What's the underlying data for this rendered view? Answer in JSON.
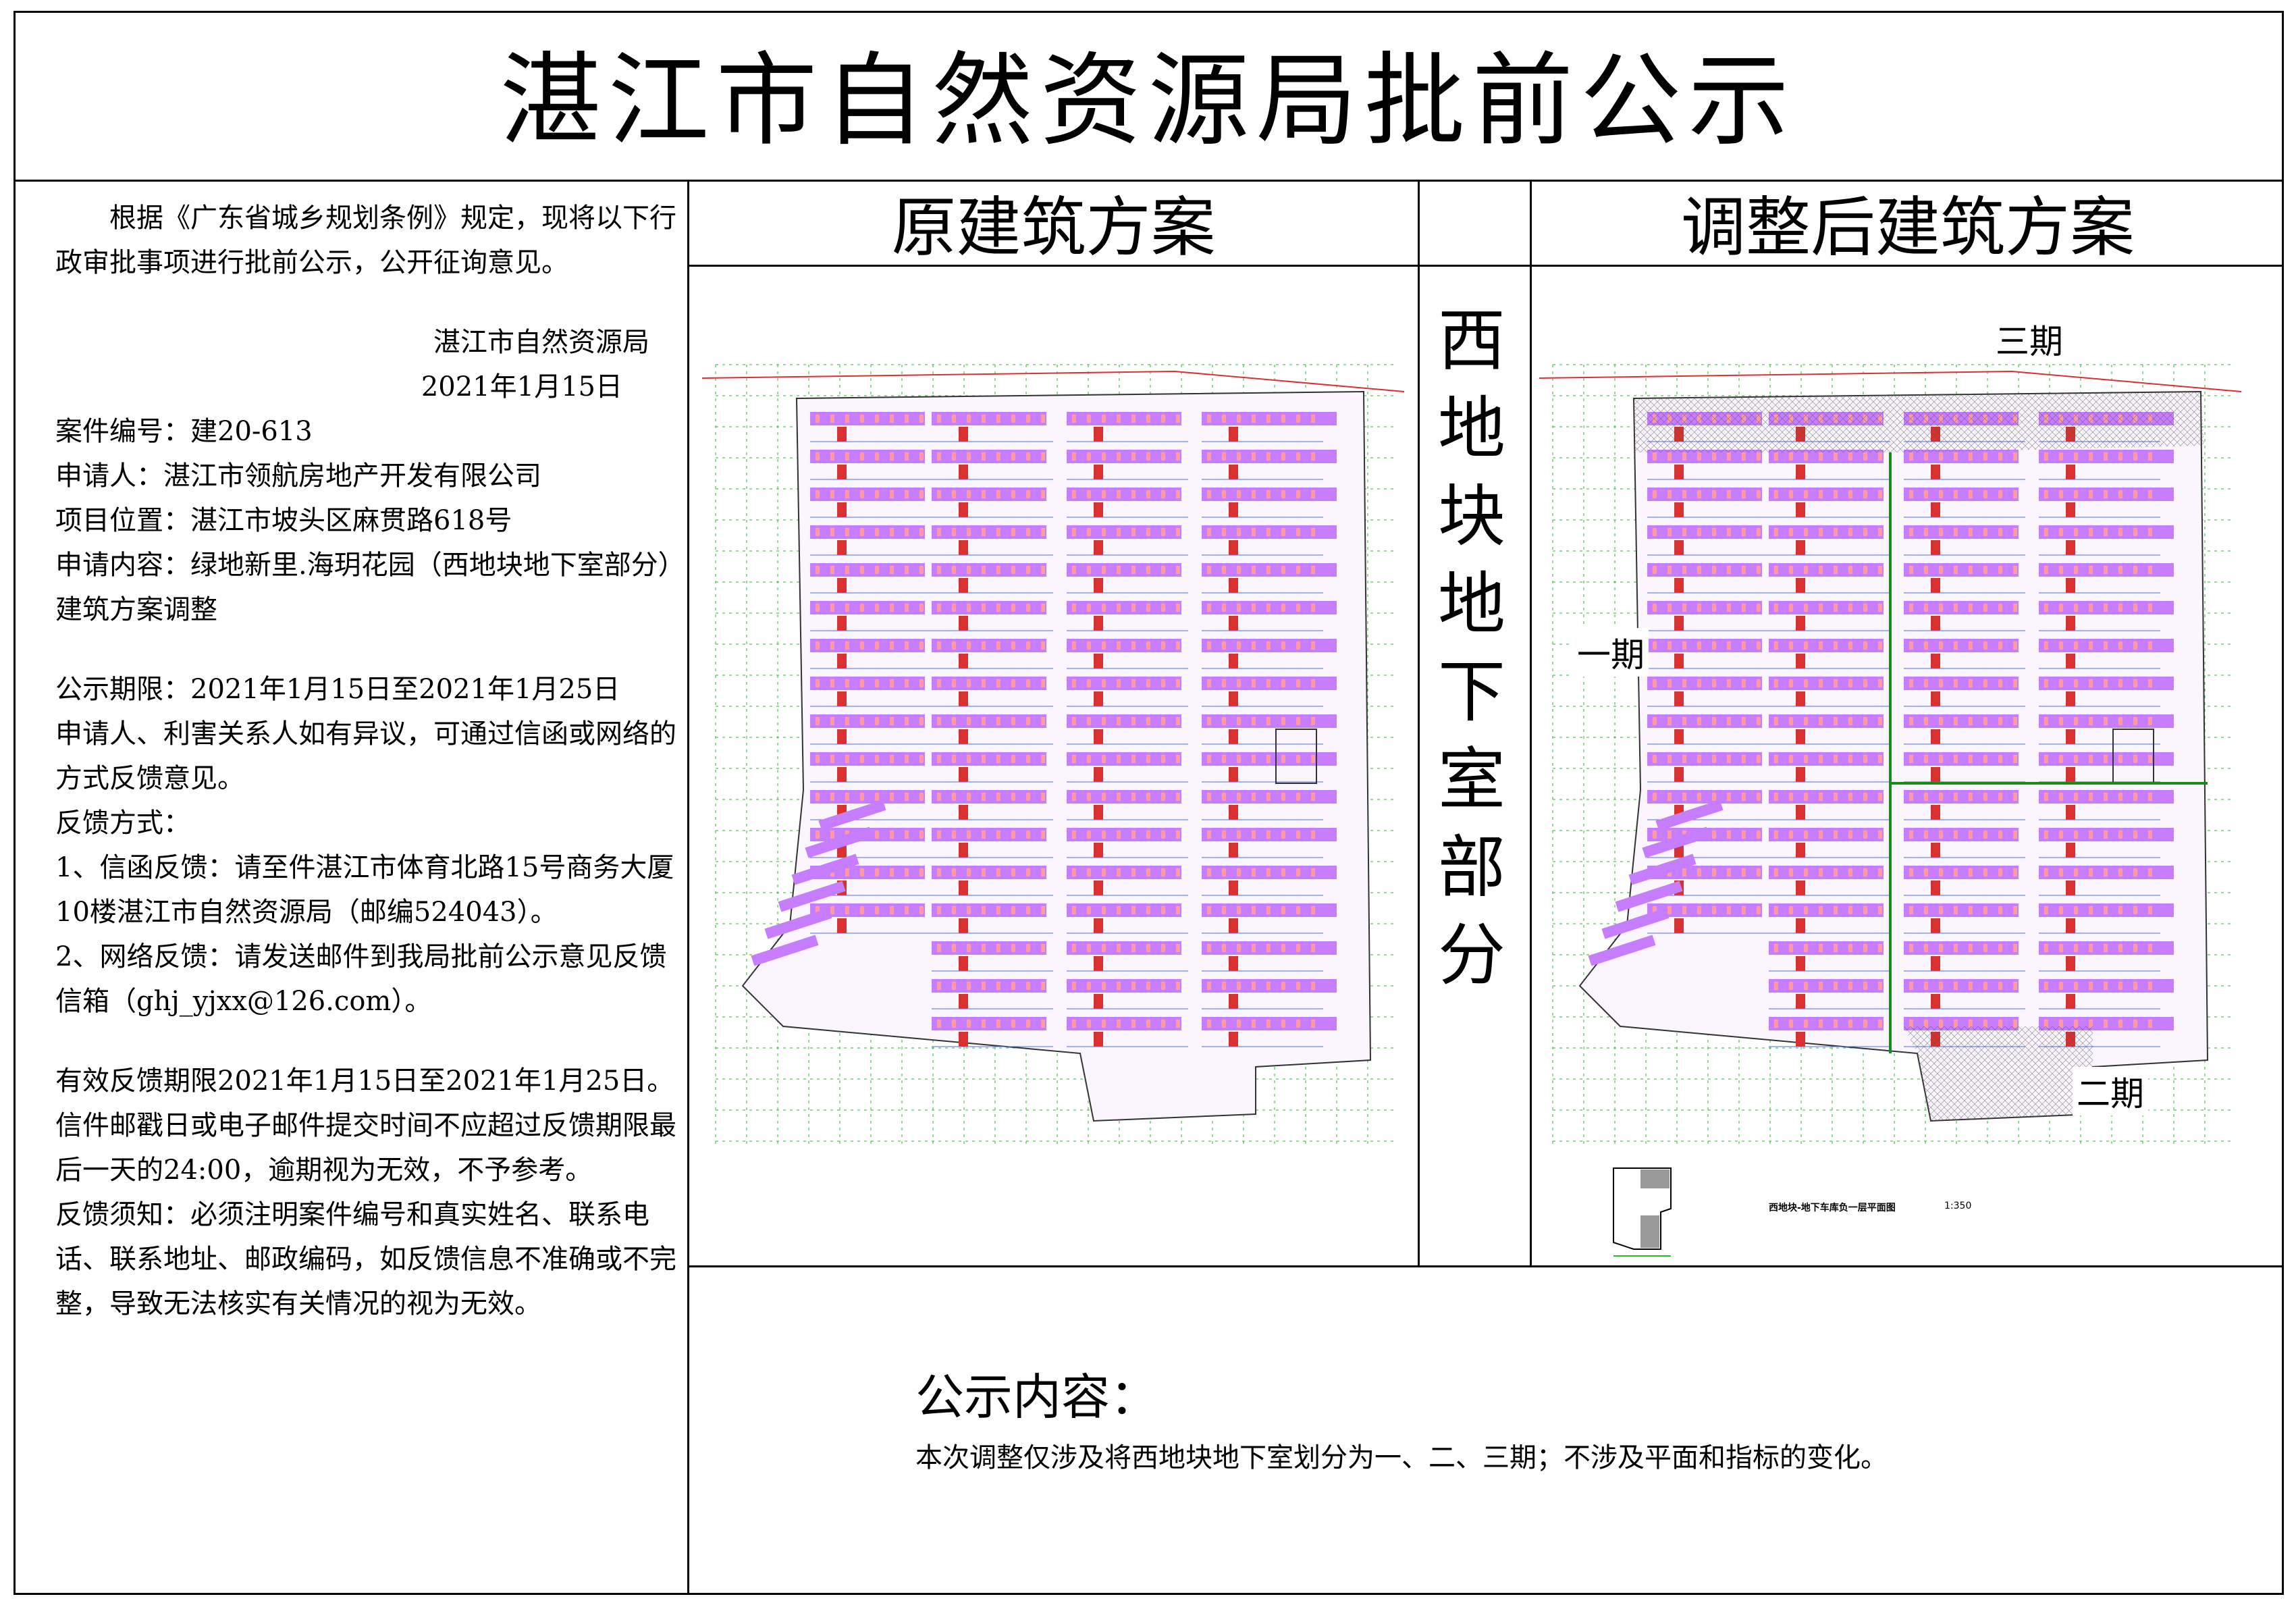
{
  "title": "湛江市自然资源局批前公示",
  "left": {
    "intro": "根据《广东省城乡规划条例》规定，现将以下行政审批事项进行批前公示，公开征询意见。",
    "issuer": "湛江市自然资源局",
    "date": "2021年1月15日",
    "case_no": "案件编号：建20-613",
    "applicant": "申请人：湛江市领航房地产开发有限公司",
    "location": "项目位置：湛江市坡头区麻贯路618号",
    "content": "申请内容：绿地新里.海玥花园（西地块地下室部分）建筑方案调整",
    "period": "公示期限：2021年1月15日至2021年1月25日",
    "objection": "申请人、利害关系人如有异议，可通过信函或网络的方式反馈意见。",
    "method_head": "反馈方式：",
    "method_1": "1、信函反馈：请至件湛江市体育北路15号商务大厦10楼湛江市自然资源局（邮编524043）。",
    "method_2": "2、网络反馈：请发送邮件到我局批前公示意见反馈信箱（ghj_yjxx@126.com）。",
    "valid": "有效反馈期限2021年1月15日至2021年1月25日。信件邮戳日或电子邮件提交时间不应超过反馈期限最后一天的24:00，逾期视为无效，不予参考。",
    "notes": "反馈须知：必须注明案件编号和真实姓名、联系电话、联系地址、邮政编码，如反馈信息不准确或不完整，导致无法核实有关情况的视为无效。"
  },
  "headers": {
    "original": "原建筑方案",
    "adjusted": "调整后建筑方案"
  },
  "vertical_label": [
    "西",
    "地",
    "块",
    "地",
    "下",
    "室",
    "部",
    "分"
  ],
  "phases": {
    "phase1": "一期",
    "phase2": "二期",
    "phase3": "三期"
  },
  "plan_caption": "西地块-地下车库负一层平面图",
  "plan_scale": "1:350",
  "notice": {
    "title": "公示内容：",
    "body": "本次调整仅涉及将西地块地下室划分为一、二、三期；不涉及平面和指标的变化。"
  },
  "colors": {
    "parking": "#c77dff",
    "grid_green": "#2db82d",
    "line_red": "#d93030",
    "line_blue": "#4a6fd6",
    "hatch": "#555555"
  }
}
